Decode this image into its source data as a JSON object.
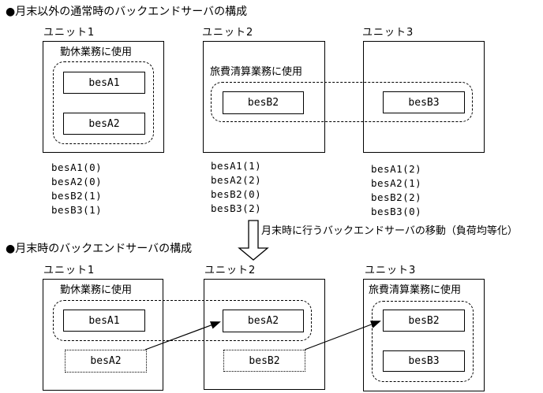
{
  "colors": {
    "line": "#000000",
    "background": "#ffffff"
  },
  "section_top": {
    "title": "●月末以外の通常時のバックエンドサーバの構成",
    "units": [
      {
        "label": "ユニット1",
        "usage": "勤休業務に使用",
        "servers": [
          "besA1",
          "besA2"
        ],
        "counts": [
          "besA1(0)",
          "besA2(0)",
          "besB2(1)",
          "besB3(1)"
        ]
      },
      {
        "label": "ユニット2",
        "usage": "旅費清算業務に使用",
        "servers": [
          "besB2"
        ],
        "counts": [
          "besA1(1)",
          "besA2(2)",
          "besB2(0)",
          "besB3(2)"
        ]
      },
      {
        "label": "ユニット3",
        "servers": [
          "besB3"
        ],
        "counts": [
          "besA1(2)",
          "besA2(1)",
          "besB2(2)",
          "besB3(0)"
        ]
      }
    ]
  },
  "transition": {
    "note": "月末時に行うバックエンドサーバの移動（負荷均等化）"
  },
  "section_bottom": {
    "title": "●月末時のバックエンドサーバの構成",
    "units": [
      {
        "label": "ユニット1",
        "usage": "勤休業務に使用",
        "servers": [
          "besA1",
          "besA2"
        ]
      },
      {
        "label": "ユニット2",
        "servers": [
          "besA2",
          "besB2"
        ]
      },
      {
        "label": "ユニット3",
        "usage": "旅費清算業務に使用",
        "servers": [
          "besB2",
          "besB3"
        ]
      }
    ]
  }
}
